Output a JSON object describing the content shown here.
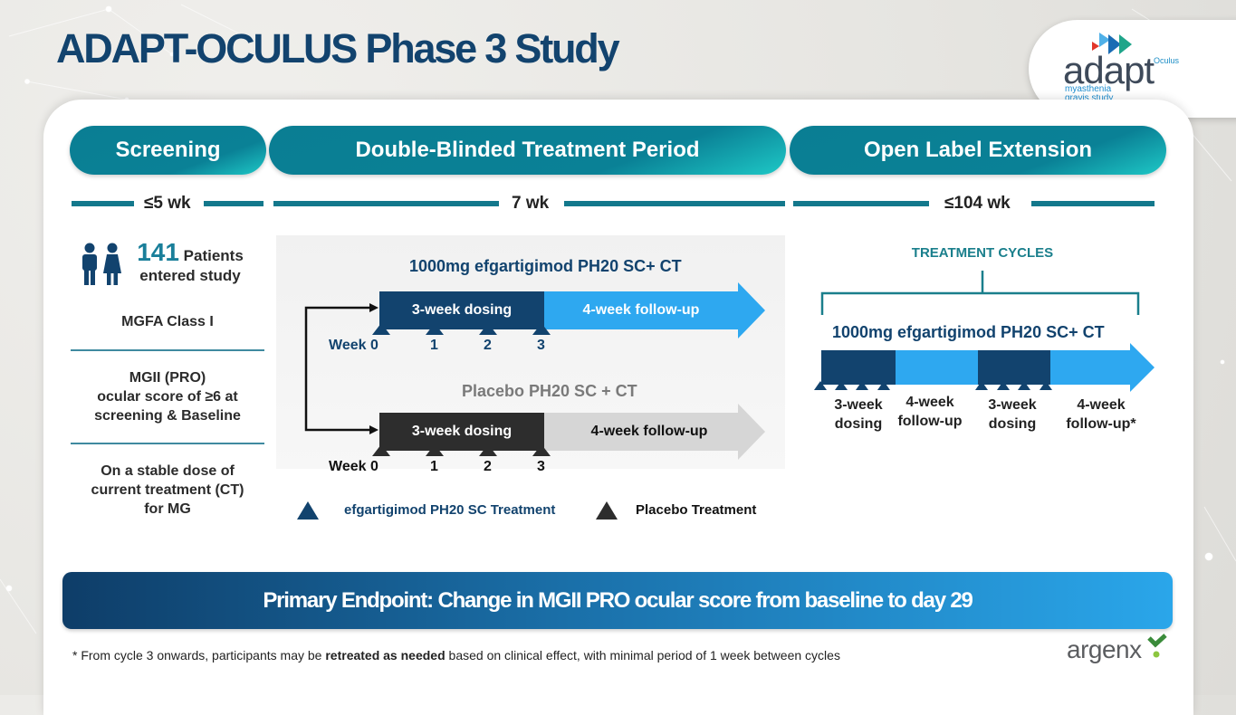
{
  "title": "ADAPT-OCULUS Phase 3 Study",
  "logo": {
    "word": "adapt",
    "superscript": "Oculus",
    "subtitle_line1": "myasthenia",
    "subtitle_line2": "gravis study",
    "icon": "adapt-arrows-logo"
  },
  "phases": [
    {
      "label": "Screening",
      "duration": "≤5 wk"
    },
    {
      "label": "Double-Blinded Treatment Period",
      "duration": "7 wk"
    },
    {
      "label": "Open Label Extension",
      "duration": "≤104 wk"
    }
  ],
  "screening": {
    "patients_count": "141",
    "patients_label": "Patients",
    "patients_label2": "entered study",
    "icon": "patients-icon",
    "criteria": [
      "MGFA Class I",
      "MGII (PRO)\nocular  score of ≥6 at\nscreening & Baseline",
      "On a stable dose of\ncurrent treatment (CT)\nfor MG"
    ]
  },
  "double_blind": {
    "arms": [
      {
        "title": "1000mg efgartigimod PH20 SC+ CT",
        "dosing_label": "3-week dosing",
        "followup_label": "4-week follow-up",
        "weeks": [
          "Week 0",
          "1",
          "2",
          "3"
        ],
        "colors": {
          "dosing": "#12436e",
          "followup": "#2ea8f0",
          "title": "#12436e"
        }
      },
      {
        "title": "Placebo PH20 SC + CT",
        "dosing_label": "3-week dosing",
        "followup_label": "4-week follow-up",
        "weeks": [
          "Week 0",
          "1",
          "2",
          "3"
        ],
        "colors": {
          "dosing": "#2d2d2d",
          "followup": "#d6d6d6",
          "title": "#7a7a7a"
        }
      }
    ],
    "legend": [
      {
        "label": "efgartigimod PH20 SC Treatment",
        "color": "#12436e"
      },
      {
        "label": "Placebo Treatment",
        "color": "#2d2d2d"
      }
    ]
  },
  "open_label": {
    "section_title": "TREATMENT CYCLES",
    "arm_title": "1000mg efgartigimod PH20 SC+ CT",
    "segments": [
      {
        "line1": "3-week",
        "line2": "dosing"
      },
      {
        "line1": "4-week",
        "line2": "follow-up"
      },
      {
        "line1": "3-week",
        "line2": "dosing"
      },
      {
        "line1": "4-week",
        "line2": "follow-up*"
      }
    ]
  },
  "endpoint": "Primary Endpoint: Change in MGII PRO ocular score from baseline to day 29",
  "footnote": {
    "prefix": "* From cycle 3 onwards, participants may be ",
    "bold": "retreated as needed",
    "suffix": " based on clinical effect, with minimal period of 1 week between cycles"
  },
  "brand": "argenx"
}
